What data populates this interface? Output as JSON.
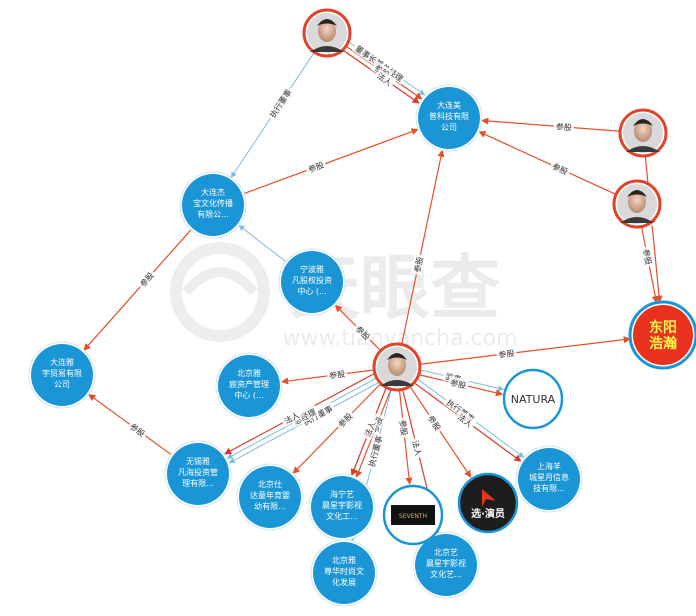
{
  "watermark": {
    "brand": "天眼查",
    "url": "www.tianyancha.com"
  },
  "colors": {
    "company_node": "#1a96d6",
    "invest_edge": "#e2512a",
    "role_edge": "#7fbce0",
    "legal_edge": "#d93a2a",
    "person_ring": "#e0442b",
    "company_ring": "#ffffff"
  },
  "nodes": [
    {
      "id": "p_top",
      "type": "person",
      "icon": "person-photo-icon"
    },
    {
      "id": "p_right1",
      "type": "person",
      "icon": "person-photo-icon"
    },
    {
      "id": "p_right2",
      "type": "person",
      "icon": "person-photo-icon"
    },
    {
      "id": "p_center",
      "type": "person",
      "icon": "person-photo-icon"
    },
    {
      "id": "c_top",
      "type": "company",
      "lines": [
        "大连美",
        "普科技有限",
        "公司"
      ]
    },
    {
      "id": "c_left_upper",
      "type": "company",
      "lines": [
        "大连杰",
        "宝文化传播",
        "有限公..."
      ]
    },
    {
      "id": "c_mid",
      "type": "company",
      "lines": [
        "宁波雅",
        "凡股权投资",
        "中心 (..."
      ]
    },
    {
      "id": "c_left",
      "type": "company",
      "lines": [
        "大连雅",
        "宇贸易有限",
        "公司"
      ]
    },
    {
      "id": "c_beijing_asset",
      "type": "company",
      "lines": [
        "北京雅",
        "宸资产管理",
        "中心 (..."
      ]
    },
    {
      "id": "c_wuxi",
      "type": "company",
      "lines": [
        "无锡雅",
        "凡海投资管",
        "理有限..."
      ]
    },
    {
      "id": "c_beijing_yasheng",
      "type": "company",
      "lines": [
        "北京仕",
        "达童年育婴",
        "幼有限..."
      ]
    },
    {
      "id": "c_hk",
      "type": "company",
      "lines": [
        "海宁艺",
        "晨星宇影视",
        "文化工..."
      ]
    },
    {
      "id": "c_bj_bottom",
      "type": "company",
      "lines": [
        "北京雅",
        "尊华时尚文",
        "化发展"
      ]
    },
    {
      "id": "c_bj_film",
      "type": "company",
      "lines": [
        "北京艺",
        "晨星宇影视",
        "文化艺..."
      ]
    },
    {
      "id": "c_shanghai",
      "type": "company",
      "lines": [
        "上海羊",
        "城星月信息",
        "技有限..."
      ]
    },
    {
      "id": "c_dongyang",
      "type": "logo",
      "logo": [
        "东阳",
        "浩瀚"
      ]
    },
    {
      "id": "c_natura",
      "type": "logo",
      "logo": [
        "NATURA"
      ]
    },
    {
      "id": "c_dark",
      "type": "logo",
      "logo": [
        "SEVENTH"
      ]
    },
    {
      "id": "c_xuanyan",
      "type": "logo",
      "logo": [
        "选·演员"
      ]
    }
  ],
  "edges": [
    {
      "from": "p_top",
      "to": "c_top",
      "label": "董事长兼总经理",
      "kind": "role"
    },
    {
      "from": "p_top",
      "to": "c_top",
      "label": "参股",
      "kind": "invest"
    },
    {
      "from": "p_top",
      "to": "c_top",
      "label": "法人",
      "kind": "legal"
    },
    {
      "from": "p_top",
      "to": "c_left_upper",
      "label": "执行董事",
      "kind": "role"
    },
    {
      "from": "c_left_upper",
      "to": "c_top",
      "label": "参股",
      "kind": "invest"
    },
    {
      "from": "p_right1",
      "to": "c_top",
      "label": "参股",
      "kind": "invest"
    },
    {
      "from": "p_right2",
      "to": "c_top",
      "label": "参股",
      "kind": "invest"
    },
    {
      "from": "p_right2",
      "to": "c_dongyang",
      "label": "参股",
      "kind": "invest"
    },
    {
      "from": "p_right1",
      "to": "c_dongyang",
      "label": "参股",
      "kind": "invest"
    },
    {
      "from": "c_left_upper",
      "to": "c_left",
      "label": "参股",
      "kind": "invest"
    },
    {
      "from": "p_center",
      "to": "c_top",
      "label": "参股",
      "kind": "invest"
    },
    {
      "from": "p_center",
      "to": "c_mid",
      "label": "参股",
      "kind": "invest"
    },
    {
      "from": "c_mid",
      "to": "c_left_upper",
      "label": "",
      "kind": "role"
    },
    {
      "from": "p_center",
      "to": "c_dongyang",
      "label": "参股",
      "kind": "invest"
    },
    {
      "from": "p_center",
      "to": "c_beijing_asset",
      "label": "参股",
      "kind": "invest"
    },
    {
      "from": "p_center",
      "to": "c_wuxi",
      "label": "执行董事",
      "kind": "role"
    },
    {
      "from": "p_center",
      "to": "c_wuxi",
      "label": "总经理",
      "kind": "role"
    },
    {
      "from": "p_center",
      "to": "c_wuxi",
      "label": "法人",
      "kind": "legal"
    },
    {
      "from": "c_wuxi",
      "to": "c_left",
      "label": "参股",
      "kind": "invest"
    },
    {
      "from": "p_center",
      "to": "c_beijing_yasheng",
      "label": "参股",
      "kind": "invest"
    },
    {
      "from": "p_center",
      "to": "c_hk",
      "label": "参股",
      "kind": "invest"
    },
    {
      "from": "p_center",
      "to": "c_hk",
      "label": "法人",
      "kind": "legal"
    },
    {
      "from": "p_center",
      "to": "c_bj_bottom",
      "label": "执行董事",
      "kind": "role"
    },
    {
      "from": "p_center",
      "to": "c_dark",
      "label": "参股",
      "kind": "invest"
    },
    {
      "from": "p_center",
      "to": "c_bj_film",
      "label": "法人",
      "kind": "legal"
    },
    {
      "from": "p_center",
      "to": "c_xuanyan",
      "label": "参股",
      "kind": "invest"
    },
    {
      "from": "p_center",
      "to": "c_natura",
      "label": "监事",
      "kind": "role"
    },
    {
      "from": "p_center",
      "to": "c_natura",
      "label": "参股",
      "kind": "invest"
    },
    {
      "from": "p_center",
      "to": "c_shanghai",
      "label": "执行董事",
      "kind": "role"
    },
    {
      "from": "p_center",
      "to": "c_shanghai",
      "label": "法人",
      "kind": "legal"
    }
  ]
}
